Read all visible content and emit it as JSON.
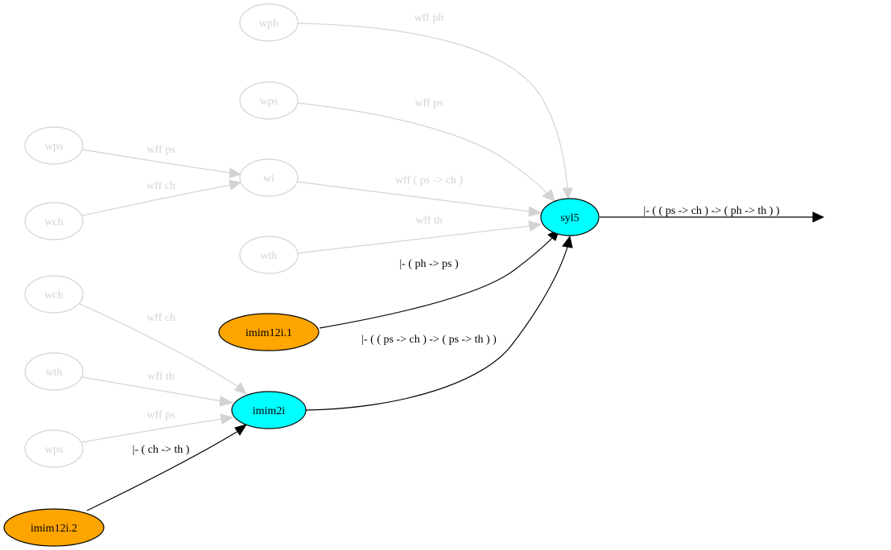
{
  "colors": {
    "hypothesis_fill": "#ffa500",
    "step_fill": "#00ffff",
    "dimmed": "#d3d3d3",
    "active": "#000000"
  },
  "nodes": {
    "wph_top": "wph",
    "wps_top": "wps",
    "wps_left": "wps",
    "wch_left": "wch",
    "wi": "wi",
    "wth_mid": "wth",
    "syl5": "syl5",
    "wch_lower": "wch",
    "imim12i_1": "imim12i.1",
    "wth_lower": "wth",
    "imim2i": "imim2i",
    "wps_bottom": "wps",
    "imim12i_2": "imim12i.2"
  },
  "edges": {
    "wph_to_syl5": "wff ph",
    "wps_to_syl5": "wff ps",
    "wps_to_wi": "wff ps",
    "wch_to_wi": "wff ch",
    "wi_to_syl5": "wff ( ps -> ch )",
    "wth_to_syl5": "wff th",
    "imim12i_1_to_syl5": "|- ( ph -> ps )",
    "imim2i_to_syl5": "|- ( ( ps -> ch ) -> ( ps -> th ) )",
    "wch_to_imim2i": "wff ch",
    "wth_to_imim2i": "wff th",
    "wps_to_imim2i": "wff ps",
    "imim12i_2_to_imim2i": "|- ( ch -> th )",
    "syl5_output": "|- ( ( ps -> ch ) -> ( ph -> th ) )"
  }
}
